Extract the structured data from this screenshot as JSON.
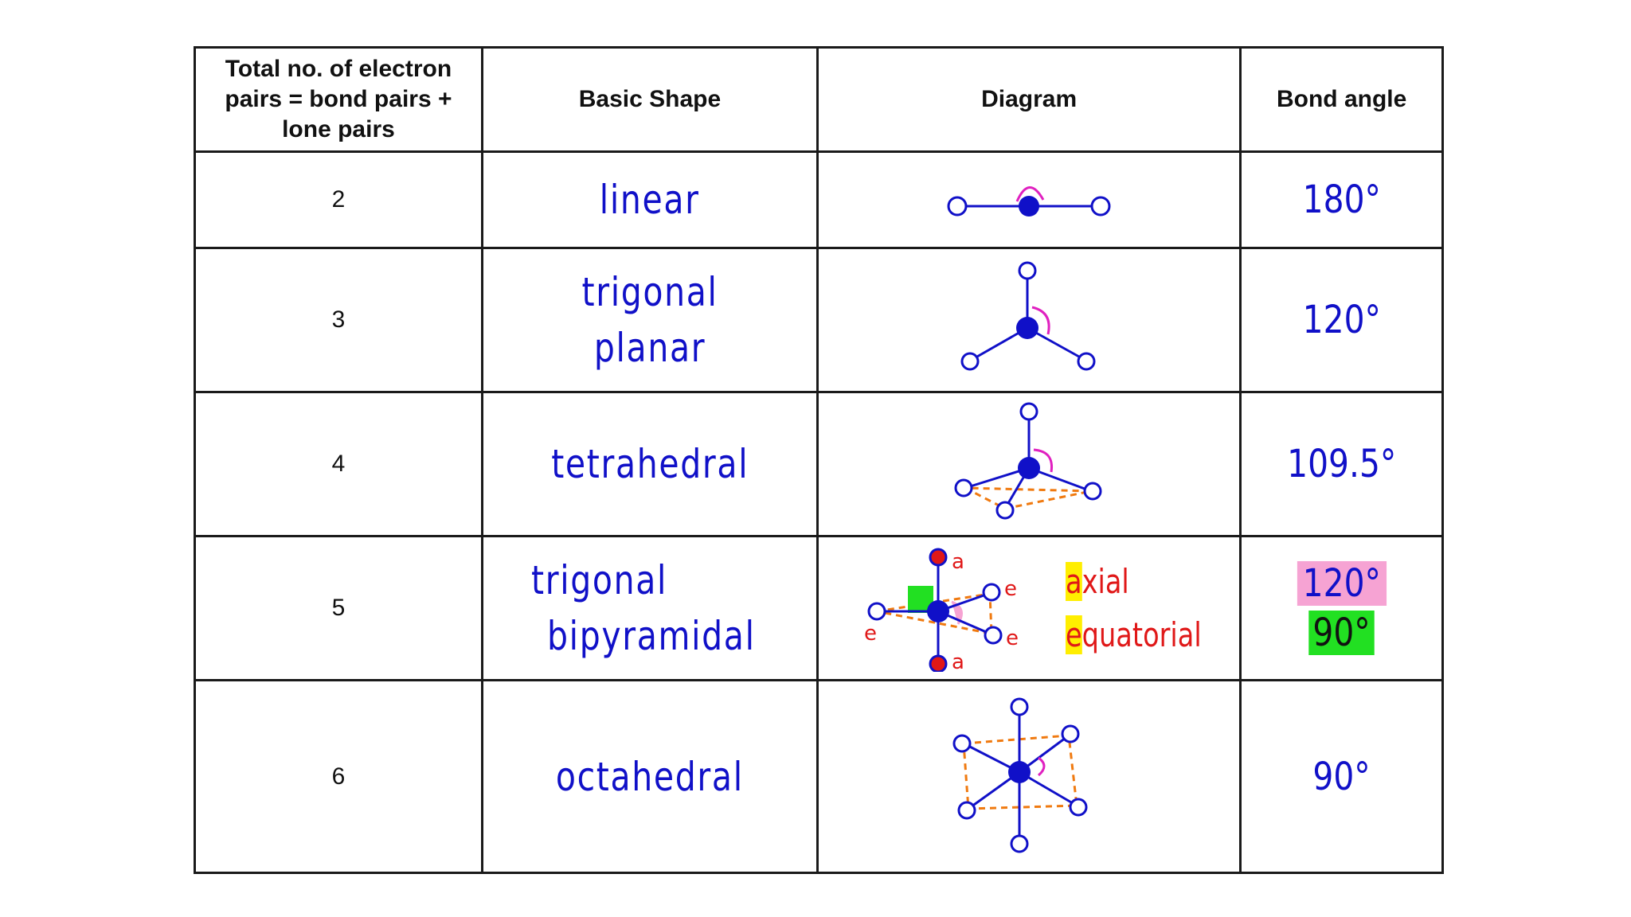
{
  "headers": {
    "pairs_line1": "Total no. of electron",
    "pairs_line2": "pairs = bond pairs +",
    "pairs_line3": "lone pairs",
    "shape": "Basic Shape",
    "diagram": "Diagram",
    "angle": "Bond angle"
  },
  "rows": [
    {
      "pairs": "2",
      "shape_line1": "linear",
      "shape_line2": "",
      "angle": "180°"
    },
    {
      "pairs": "3",
      "shape_line1": "trigonal",
      "shape_line2": "planar",
      "angle": "120°"
    },
    {
      "pairs": "4",
      "shape_line1": "tetrahedral",
      "shape_line2": "",
      "angle": "109.5°"
    },
    {
      "pairs": "5",
      "shape_line1": "trigonal",
      "shape_line2": "bipyramidal",
      "angle": "120°",
      "angle2": "90°"
    },
    {
      "pairs": "6",
      "shape_line1": "octahedral",
      "shape_line2": "",
      "angle": "90°"
    }
  ],
  "tbp_labels": {
    "axial": "axial",
    "axial_first": "a",
    "axial_rest": "xial",
    "equatorial": "equatorial",
    "equatorial_first": "e",
    "equatorial_rest": "quatorial",
    "a": "a",
    "e": "e"
  },
  "colors": {
    "ink_blue": "#1010c8",
    "angle_magenta": "#e020c0",
    "plane_orange": "#f07a10",
    "label_red": "#e01818",
    "highlight_pink": "#f6a3d3",
    "highlight_green": "#22e022",
    "highlight_yellow": "#ffee00"
  }
}
